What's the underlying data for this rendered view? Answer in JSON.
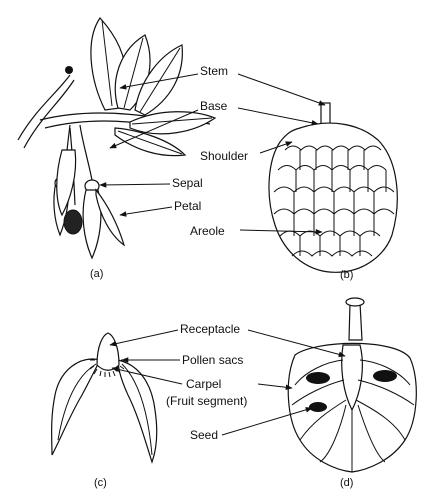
{
  "figure": {
    "labels": {
      "stem": "Stem",
      "base": "Base",
      "shoulder": "Shoulder",
      "sepal": "Sepal",
      "petal": "Petal",
      "areole": "Areole",
      "receptacle": "Receptacle",
      "pollen_sacs": "Pollen sacs",
      "carpel": "Carpel",
      "fruit_segment": "(Fruit segment)",
      "seed": "Seed"
    },
    "panels": {
      "a": "(a)",
      "b": "(b)",
      "c": "(c)",
      "d": "(d)"
    }
  }
}
